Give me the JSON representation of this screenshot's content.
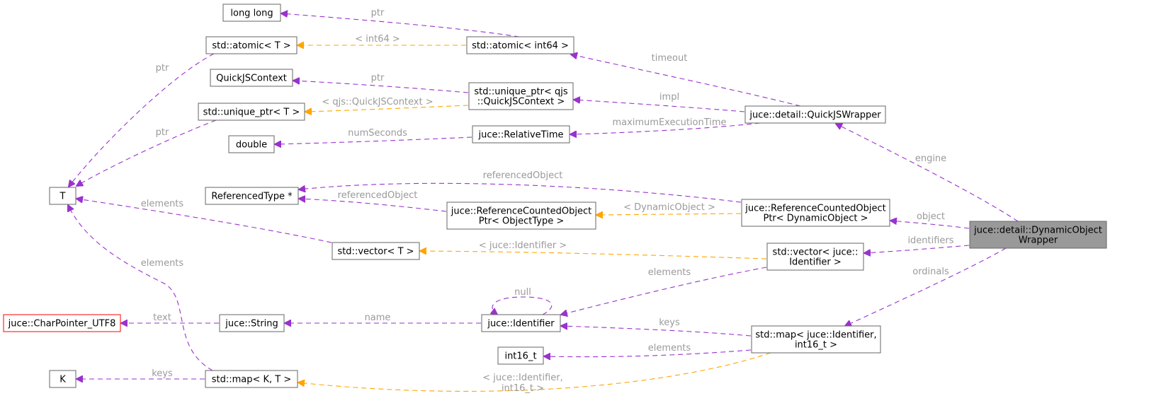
{
  "colors": {
    "reference_edge": "#9a32cd",
    "template_edge": "#ffa500",
    "highlight_node": "#999999",
    "missing_node_border": "#ff0000",
    "node_border": "#666666",
    "label_text": "#9a9a9a"
  },
  "nodes": {
    "long_long": [
      "long long"
    ],
    "atomic_t": [
      "std::atomic< T >"
    ],
    "atomic_int64": [
      "std::atomic< int64 >"
    ],
    "quickjscontext": [
      "QuickJSContext"
    ],
    "unique_ptr_t": [
      "std::unique_ptr< T >"
    ],
    "unique_ptr_qjs": [
      "std::unique_ptr< qjs",
      "::QuickJSContext >"
    ],
    "quickjswrapper": [
      "juce::detail::QuickJSWrapper"
    ],
    "double": [
      "double"
    ],
    "relativetime": [
      "juce::RelativeTime"
    ],
    "t": [
      "T"
    ],
    "referencedtype": [
      "ReferencedType *"
    ],
    "refcounted_objtype": [
      "juce::ReferenceCountedObject",
      "Ptr< ObjectType >"
    ],
    "refcounted_dynobj": [
      "juce::ReferenceCountedObject",
      "Ptr< DynamicObject >"
    ],
    "dynobjwrapper": [
      "juce::detail::DynamicObject",
      "Wrapper"
    ],
    "vector_t": [
      "std::vector< T >"
    ],
    "vector_identifier": [
      "std::vector< juce::",
      "Identifier >"
    ],
    "charpointer": [
      "juce::CharPointer_UTF8"
    ],
    "string": [
      "juce::String"
    ],
    "identifier": [
      "juce::Identifier"
    ],
    "map_identifier": [
      "std::map< juce::Identifier,",
      "int16_t >"
    ],
    "int16": [
      "int16_t"
    ],
    "k": [
      "K"
    ],
    "map_kt": [
      "std::map< K, T >"
    ]
  },
  "edges": {
    "atomic_int64_to_long_long": [
      "ptr"
    ],
    "atomic_int64_to_atomic_t": [
      "< int64 >"
    ],
    "atomic_t_to_t": [
      "ptr"
    ],
    "unique_ptr_qjs_to_quickjscontext": [
      "ptr"
    ],
    "unique_ptr_qjs_to_unique_ptr_t": [
      "< qjs::QuickJSContext >"
    ],
    "unique_ptr_t_to_t": [
      "ptr"
    ],
    "quickjswrapper_to_atomic_int64": [
      "timeout"
    ],
    "quickjswrapper_to_unique_ptr_qjs": [
      "impl"
    ],
    "quickjswrapper_to_relativetime": [
      "maximumExecutionTime"
    ],
    "relativetime_to_double": [
      "numSeconds"
    ],
    "dynobjwrapper_to_quickjswrapper": [
      "engine"
    ],
    "refcounted_dynobj_to_referencedtype": [
      "referencedObject"
    ],
    "refcounted_objtype_to_referencedtype": [
      "referencedObject"
    ],
    "refcounted_dynobj_to_refcounted_objtype": [
      "< DynamicObject >"
    ],
    "dynobjwrapper_to_refcounted_dynobj": [
      "object"
    ],
    "vector_t_to_t": [
      "elements"
    ],
    "vector_identifier_to_vector_t": [
      "< juce::Identifier >"
    ],
    "dynobjwrapper_to_vector_identifier": [
      "identifiers"
    ],
    "vector_identifier_to_identifier": [
      "elements"
    ],
    "identifier_self": [
      "null"
    ],
    "identifier_to_string": [
      "name"
    ],
    "string_to_charpointer": [
      "text"
    ],
    "map_kt_to_t": [
      "elements"
    ],
    "map_identifier_to_identifier": [
      "keys"
    ],
    "map_identifier_to_int16": [
      "elements"
    ],
    "map_identifier_to_map_kt": [
      "< juce::Identifier,",
      "int16_t >"
    ],
    "map_kt_to_k": [
      "keys"
    ],
    "dynobjwrapper_to_map_identifier": [
      "ordinals"
    ]
  }
}
